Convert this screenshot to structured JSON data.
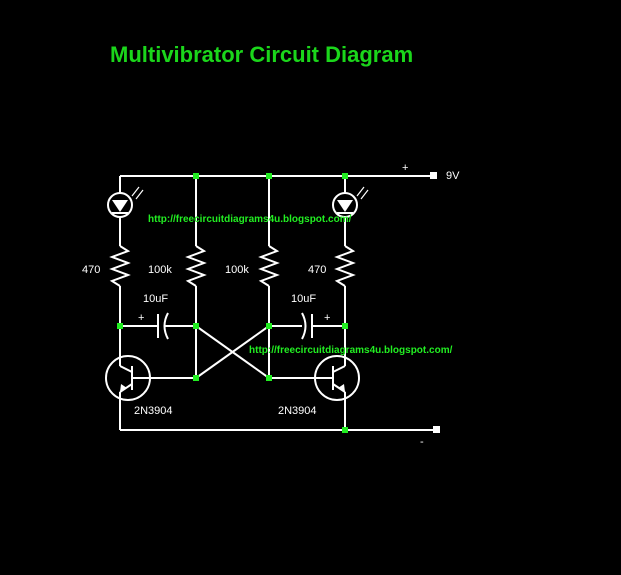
{
  "title": "Multivibrator Circuit Diagram",
  "supply_label": "9V",
  "plus_sign": "+",
  "minus_sign": "-",
  "watermark_1": "http://freecircuitdiagrams4u.blogspot.com/",
  "watermark_2": "http://freecircuitdiagrams4u.blogspot.com/",
  "components": {
    "r_left": "470",
    "r_mid_left": "100k",
    "r_mid_right": "100k",
    "r_right": "470",
    "c_left": "10uF",
    "c_right": "10uF",
    "c_left_polarity": "+",
    "c_right_polarity": "+",
    "q_left": "2N3904",
    "q_right": "2N3904"
  },
  "colors": {
    "background": "#000000",
    "wire": "#ffffff",
    "title": "#1bd61b",
    "node": "#22ee22",
    "watermark": "#22ee22"
  }
}
